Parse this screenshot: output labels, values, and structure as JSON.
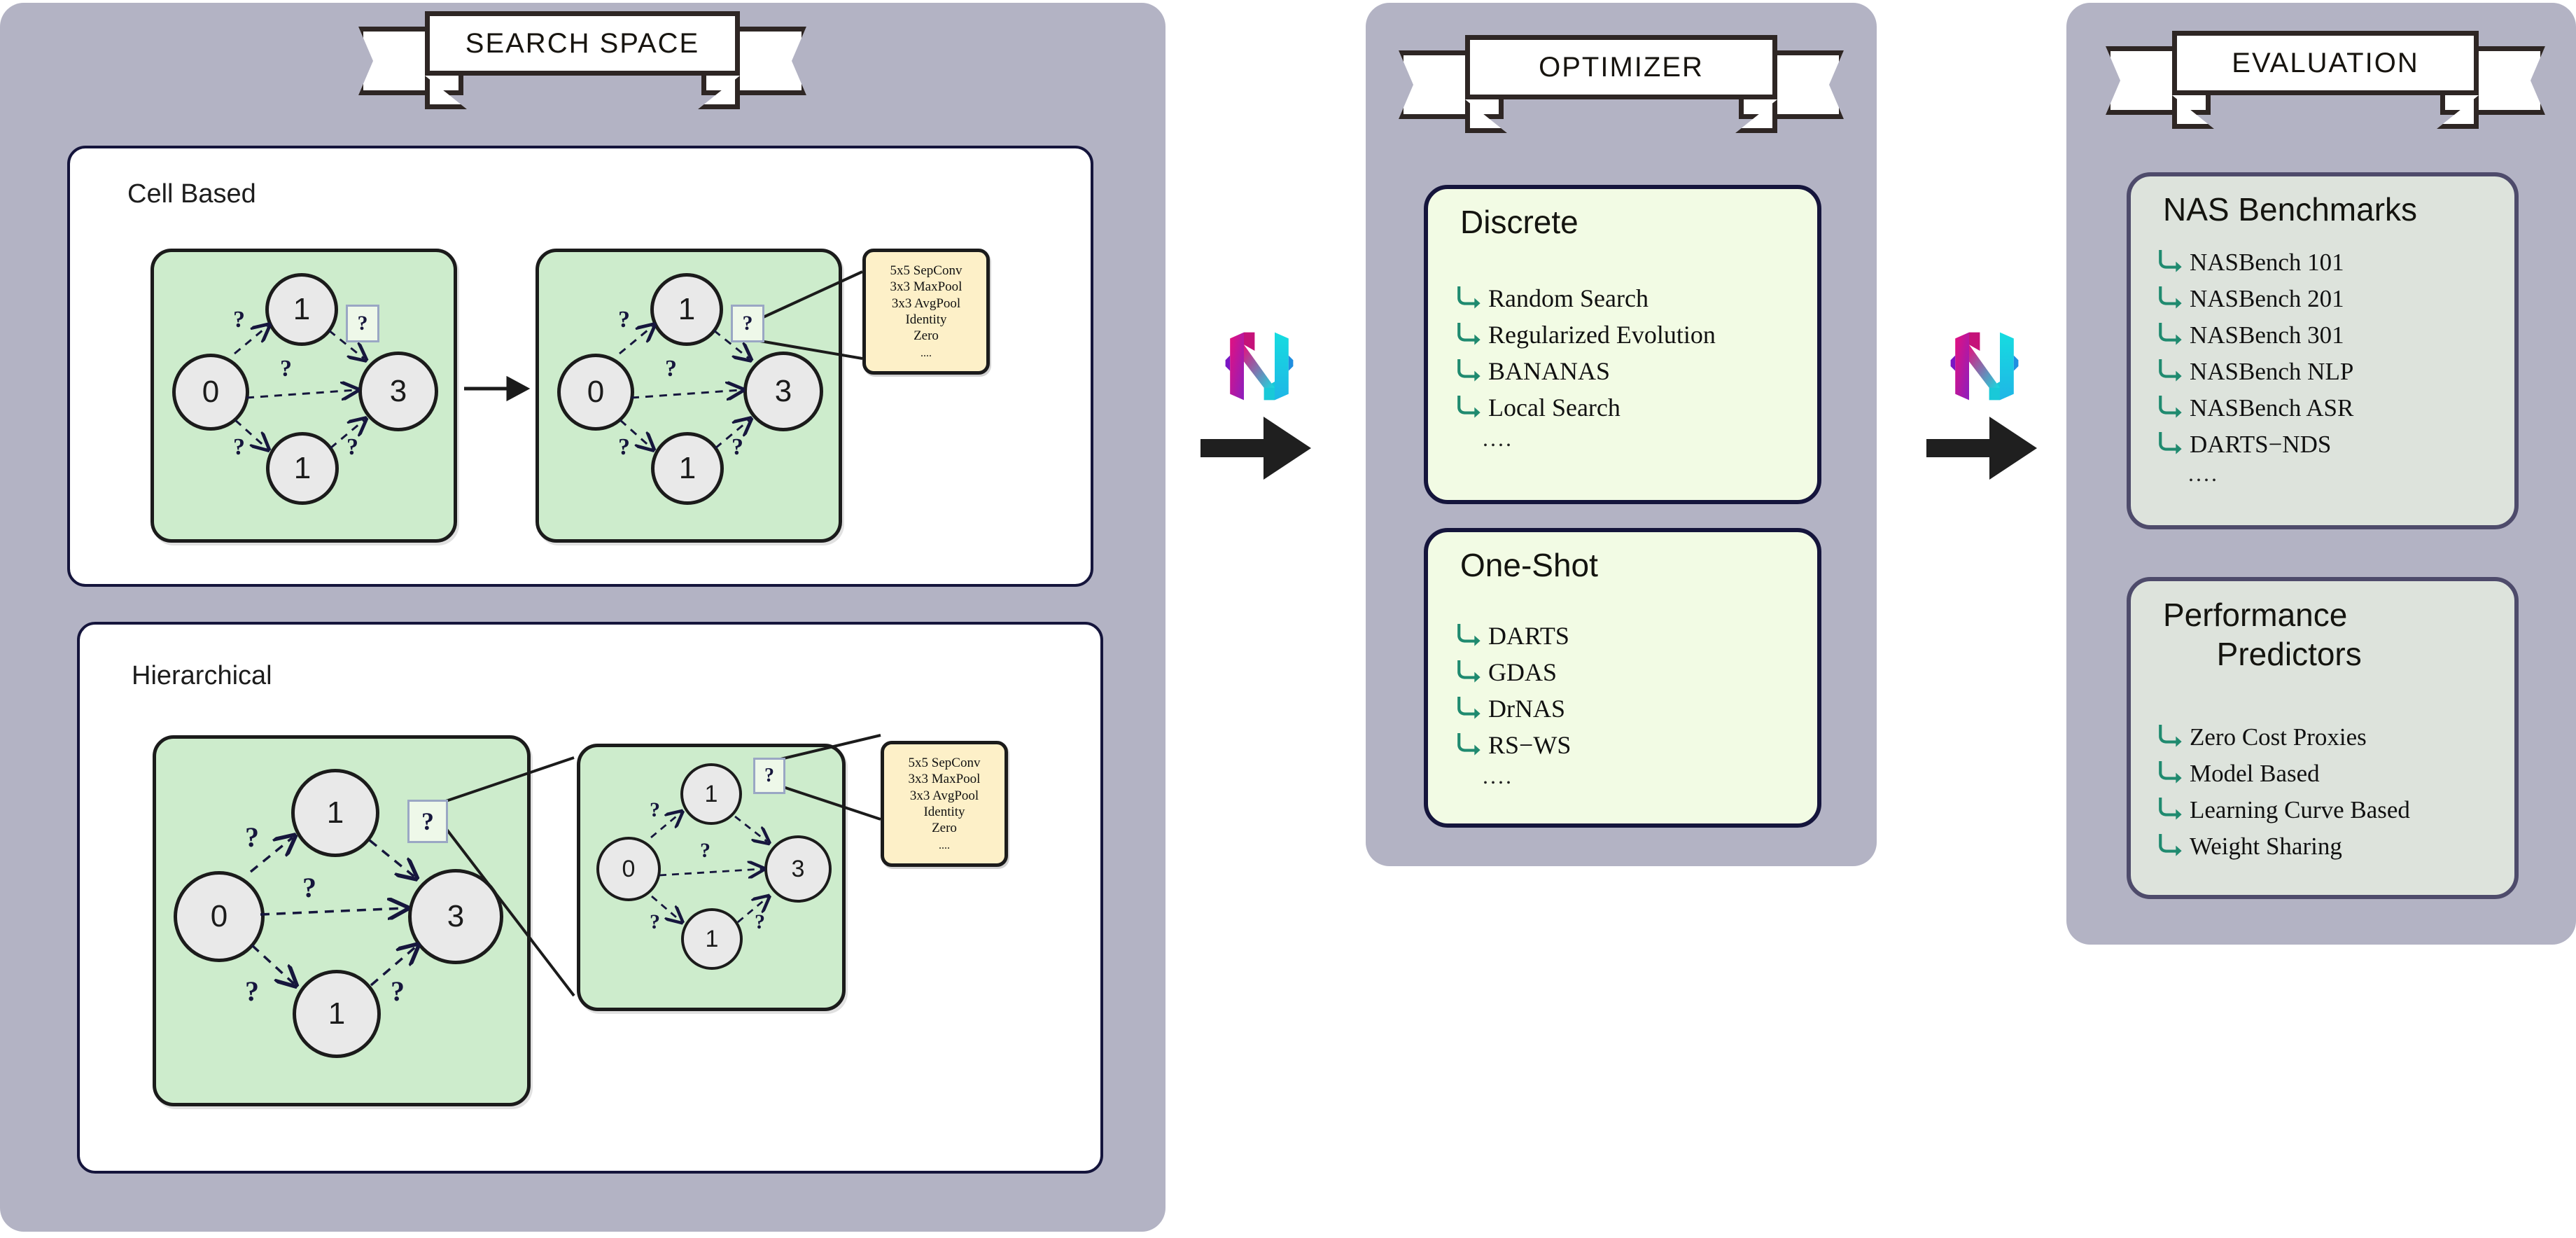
{
  "figure": {
    "title_ribbons": [
      {
        "id": "search-space",
        "label": "SEARCH SPACE"
      },
      {
        "id": "optimizer",
        "label": "OPTIMIZER"
      },
      {
        "id": "evaluation",
        "label": "EVALUATION"
      }
    ],
    "flow_arrows": 2,
    "logo_name": "naslib-logo",
    "colors": {
      "panel_bg": "#b3b3c4",
      "white_card": "#ffffff",
      "cell_green": "#cdeccc",
      "pale_green_card": "#f2fbe4",
      "gray_green_card": "#dde3dc",
      "op_list_yellow": "#fdf0c8",
      "node_fill": "#e9e9e9",
      "navy_outline": "#15153c",
      "purple_outline": "#4e4b6b",
      "arrow_green": "#1f8a6f",
      "logo_magenta": "#e5107e",
      "logo_purple": "#8b1fbf",
      "logo_cyan": "#16dce0",
      "logo_blue": "#1f8ee0"
    }
  },
  "search_space": {
    "ribbon_label": "SEARCH SPACE",
    "sections": [
      {
        "id": "cell-based",
        "title": "Cell Based"
      },
      {
        "id": "hierarchical",
        "title": "Hierarchical"
      }
    ],
    "graph": {
      "nodes": [
        "0",
        "1",
        "3",
        "1"
      ],
      "edge_label": "?",
      "op_placeholder": "?"
    },
    "operations": {
      "items": [
        "5x5 SepConv",
        "3x3 MaxPool",
        "3x3 AvgPool",
        "Identity",
        "Zero"
      ],
      "ellipsis": "...."
    }
  },
  "optimizer": {
    "ribbon_label": "OPTIMIZER",
    "groups": [
      {
        "id": "discrete",
        "title": "Discrete",
        "items": [
          "Random Search",
          "Regularized Evolution",
          "BANANAS",
          "Local Search"
        ],
        "ellipsis": "...."
      },
      {
        "id": "one-shot",
        "title": "One-Shot",
        "items": [
          "DARTS",
          "GDAS",
          "DrNAS",
          "RS−WS"
        ],
        "ellipsis": "...."
      }
    ]
  },
  "evaluation": {
    "ribbon_label": "EVALUATION",
    "groups": [
      {
        "id": "nas-benchmarks",
        "title": "NAS Benchmarks",
        "items": [
          "NASBench 101",
          "NASBench 201",
          "NASBench 301",
          "NASBench NLP",
          "NASBench ASR",
          "DARTS−NDS"
        ],
        "ellipsis": "...."
      },
      {
        "id": "performance-predictors",
        "title": "Performance\n      Predictors",
        "items": [
          "Zero  Cost Proxies",
          "Model Based",
          "Learning Curve Based",
          "Weight Sharing"
        ],
        "ellipsis": ""
      }
    ]
  }
}
